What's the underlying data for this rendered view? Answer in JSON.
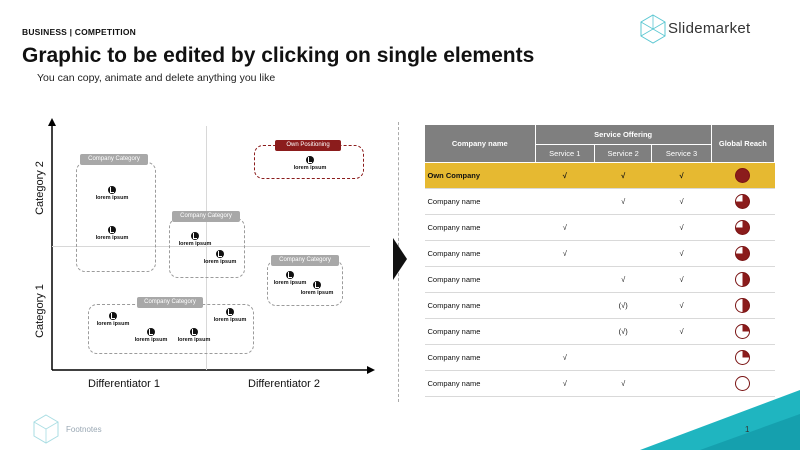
{
  "header": {
    "kicker": "BUSINESS | COMPETITION",
    "title": "Graphic to be edited by clicking on single elements",
    "subtitle": "You can copy, animate and delete anything you like",
    "brand": "Slidemarket"
  },
  "matrix": {
    "y_axis_top": "Category 2",
    "y_axis_bottom": "Category 1",
    "x_axis_left": "Differentiator 1",
    "x_axis_right": "Differentiator 2",
    "category_tag": "Company Category",
    "own_tag": "Own Positioning",
    "logo_text": "lorem ipsum"
  },
  "table": {
    "col_company": "Company name",
    "col_service_offering": "Service Offering",
    "col_reach": "Global Reach",
    "services": [
      "Service 1",
      "Service 2",
      "Service 3"
    ],
    "rows": [
      {
        "name": "Own Company",
        "s1": "√",
        "s2": "√",
        "s3": "√",
        "reach": 1.0,
        "own": true
      },
      {
        "name": "Company name",
        "s1": "",
        "s2": "√",
        "s3": "√",
        "reach": 0.75
      },
      {
        "name": "Company name",
        "s1": "√",
        "s2": "",
        "s3": "√",
        "reach": 0.75
      },
      {
        "name": "Company name",
        "s1": "√",
        "s2": "",
        "s3": "√",
        "reach": 0.75
      },
      {
        "name": "Company name",
        "s1": "",
        "s2": "√",
        "s3": "√",
        "reach": 0.5
      },
      {
        "name": "Company name",
        "s1": "",
        "s2": "(√)",
        "s3": "√",
        "reach": 0.5
      },
      {
        "name": "Company name",
        "s1": "",
        "s2": "(√)",
        "s3": "√",
        "reach": 0.25
      },
      {
        "name": "Company name",
        "s1": "√",
        "s2": "",
        "s3": "",
        "reach": 0.25
      },
      {
        "name": "Company name",
        "s1": "√",
        "s2": "√",
        "s3": "",
        "reach": 0.0
      }
    ]
  },
  "footer": {
    "footnote": "Footnotes",
    "page": "1"
  },
  "colors": {
    "accent_dark_red": "#8b1c1c",
    "own_row_gold": "#e6b931",
    "header_grey": "#7f7f7f",
    "teal": "#1fb5c0"
  }
}
